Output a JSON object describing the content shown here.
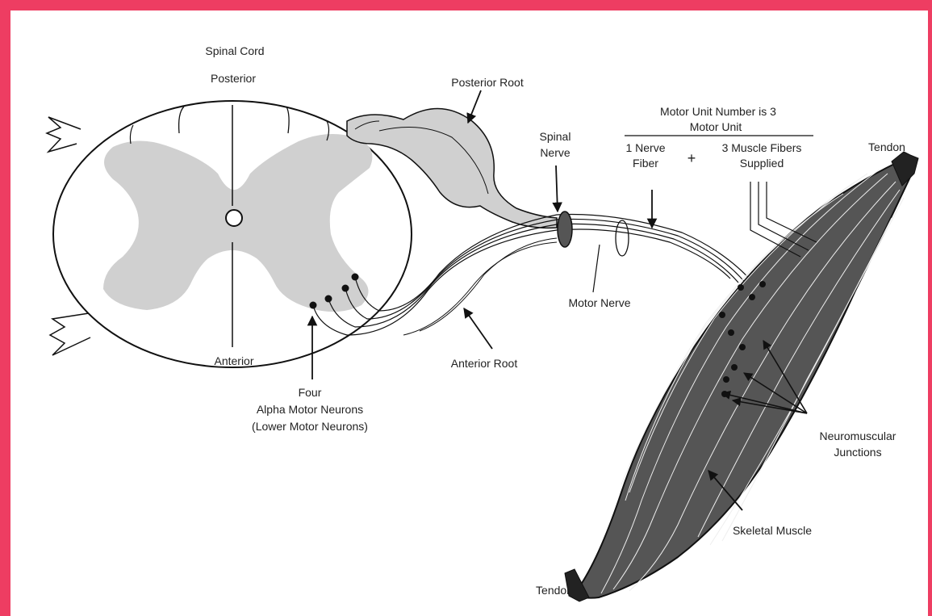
{
  "colors": {
    "frame": "#ee3d62",
    "gray_matter": "#d0d0d0",
    "muscle": "#555555",
    "ink": "#111111"
  },
  "labels": {
    "spinal_cord": "Spinal Cord",
    "posterior": "Posterior",
    "anterior": "Anterior",
    "posterior_root": "Posterior Root",
    "spinal_nerve_line1": "Spinal",
    "spinal_nerve_line2": "Nerve",
    "motor_unit_number": "Motor Unit Number is 3",
    "motor_unit": "Motor Unit",
    "nerve_fiber_line1": "1 Nerve",
    "nerve_fiber_line2": "Fiber",
    "plus": "+",
    "muscle_fibers_line1": "3 Muscle Fibers",
    "muscle_fibers_line2": "Supplied",
    "tendon_top": "Tendon",
    "tendon_bottom": "Tendon",
    "motor_nerve": "Motor Nerve",
    "anterior_root": "Anterior Root",
    "four": "Four",
    "alpha_motor_neurons": "Alpha Motor Neurons",
    "lower_motor_neurons": "(Lower Motor Neurons)",
    "neuromuscular_line1": "Neuromuscular",
    "neuromuscular_line2": "Junctions",
    "skeletal_muscle": "Skeletal Muscle"
  }
}
